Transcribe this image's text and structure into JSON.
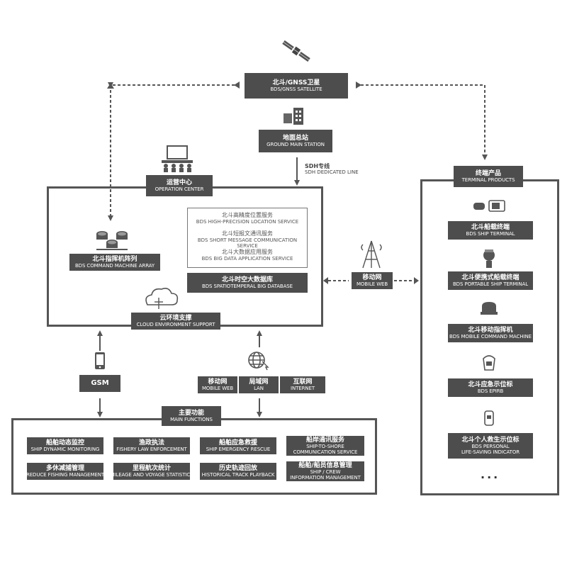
{
  "satellite": {
    "cn": "北斗/GNSS卫星",
    "en": "BDS/GNSS SATELLITE"
  },
  "ground_station": {
    "cn": "地面总站",
    "en": "GROUND MAIN STATION"
  },
  "sdh": {
    "cn": "SDH专线",
    "en": "SDH DEDICATED LINE"
  },
  "operation_center": {
    "cn": "运营中心",
    "en": "OPERATION CENTER",
    "command_array": {
      "cn": "北斗指挥机阵列",
      "en": "BDS COMMAND MACHINE ARRAY"
    },
    "services": [
      {
        "cn": "北斗高精度位置服务",
        "en": "BDS HIGH-PRECISION LOCATION SERVICE"
      },
      {
        "cn": "北斗短报文通讯服务",
        "en": "BDS SHORT MESSAGE COMMUNICATION SERVICE"
      },
      {
        "cn": "北斗大数据应用服务",
        "en": "BDS BIG DATA APPLICATION SERVICE"
      }
    ],
    "database": {
      "cn": "北斗时空大数据库",
      "en": "BDS SPATIOTEMPERAL BIG DATABASE"
    },
    "cloud": {
      "cn": "云环境支撑",
      "en": "CLOUD ENVIRONMENT SUPPORT"
    }
  },
  "mobile_web_right": {
    "cn": "移动网",
    "en": "MOBILE WEB"
  },
  "gsm": "GSM",
  "networks": [
    {
      "cn": "移动网",
      "en": "MOBILE WEB"
    },
    {
      "cn": "局域网",
      "en": "LAN"
    },
    {
      "cn": "互联网",
      "en": "INTERNET"
    }
  ],
  "main_functions": {
    "cn": "主要功能",
    "en": "MAIN FUNCTIONS",
    "items": [
      {
        "cn": "船舶动态监控",
        "en": "SHIP DYNAMIC MONITORING"
      },
      {
        "cn": "渔政执法",
        "en": "FISHERY LAW ENFORCEMENT"
      },
      {
        "cn": "船舶应急救援",
        "en": "SHIP EMERGENCY RESCUE"
      },
      {
        "cn": "船岸通讯服务",
        "en": "SHIP-TO-SHORE",
        "en2": "COMMUNICATION SERVICE"
      },
      {
        "cn": "多休减捕管理",
        "en": "REDUCE FISHING MANAGEMENT"
      },
      {
        "cn": "里程航次统计",
        "en": "MILEAGE AND VOYAGE STATISTICS"
      },
      {
        "cn": "历史轨迹回放",
        "en": "HISTORICAL TRACK PLAYBACK"
      },
      {
        "cn": "船舶/船员信息管理",
        "en": "SHIP / CREW",
        "en2": "INFORMATION MANAGEMENT"
      }
    ]
  },
  "terminal_products": {
    "cn": "终端产品",
    "en": "TERMINAL PRODUCTS",
    "items": [
      {
        "cn": "北斗船载终端",
        "en": "BDS SHIP TERMINAL"
      },
      {
        "cn": "北斗便携式船载终端",
        "en": "BDS PORTABLE SHIP TERMINAL"
      },
      {
        "cn": "北斗移动指挥机",
        "en": "BDS MOBILE COMMAND MACHINE"
      },
      {
        "cn": "北斗应急示位标",
        "en": "BDS EPIRB"
      },
      {
        "cn": "北斗个人救生示位标",
        "en": "BDS PERSONAL",
        "en2": "LIFE-SAVING INDICATOR"
      }
    ],
    "more": "..."
  }
}
